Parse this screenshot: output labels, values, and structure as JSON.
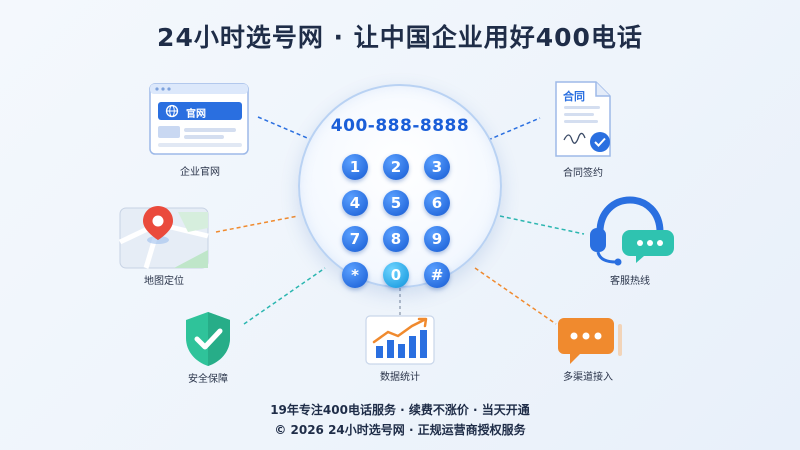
{
  "title": "24小时选号网 · 让中国企业用好400电话",
  "phone_number": "400-888-8888",
  "keys": [
    "1",
    "2",
    "3",
    "4",
    "5",
    "6",
    "7",
    "8",
    "9",
    "*",
    "0",
    "#"
  ],
  "features": {
    "website": {
      "label": "企业官网",
      "badge": "官网"
    },
    "contract": {
      "label": "合同签约",
      "badge": "合同"
    },
    "map": {
      "label": "地图定位"
    },
    "service": {
      "label": "客服热线"
    },
    "security": {
      "label": "安全保障"
    },
    "stats": {
      "label": "数据统计"
    },
    "channels": {
      "label": "多渠道接入"
    }
  },
  "footer": {
    "line1": "19年专注400电话服务 · 续费不涨价 · 当天开通",
    "line2": "© 2026 24小时选号网 · 正规运营商授权服务"
  },
  "colors": {
    "accent": "#2a6fe0",
    "orange": "#f08a2e",
    "teal": "#2bb6b0",
    "green": "#2fc39a"
  }
}
